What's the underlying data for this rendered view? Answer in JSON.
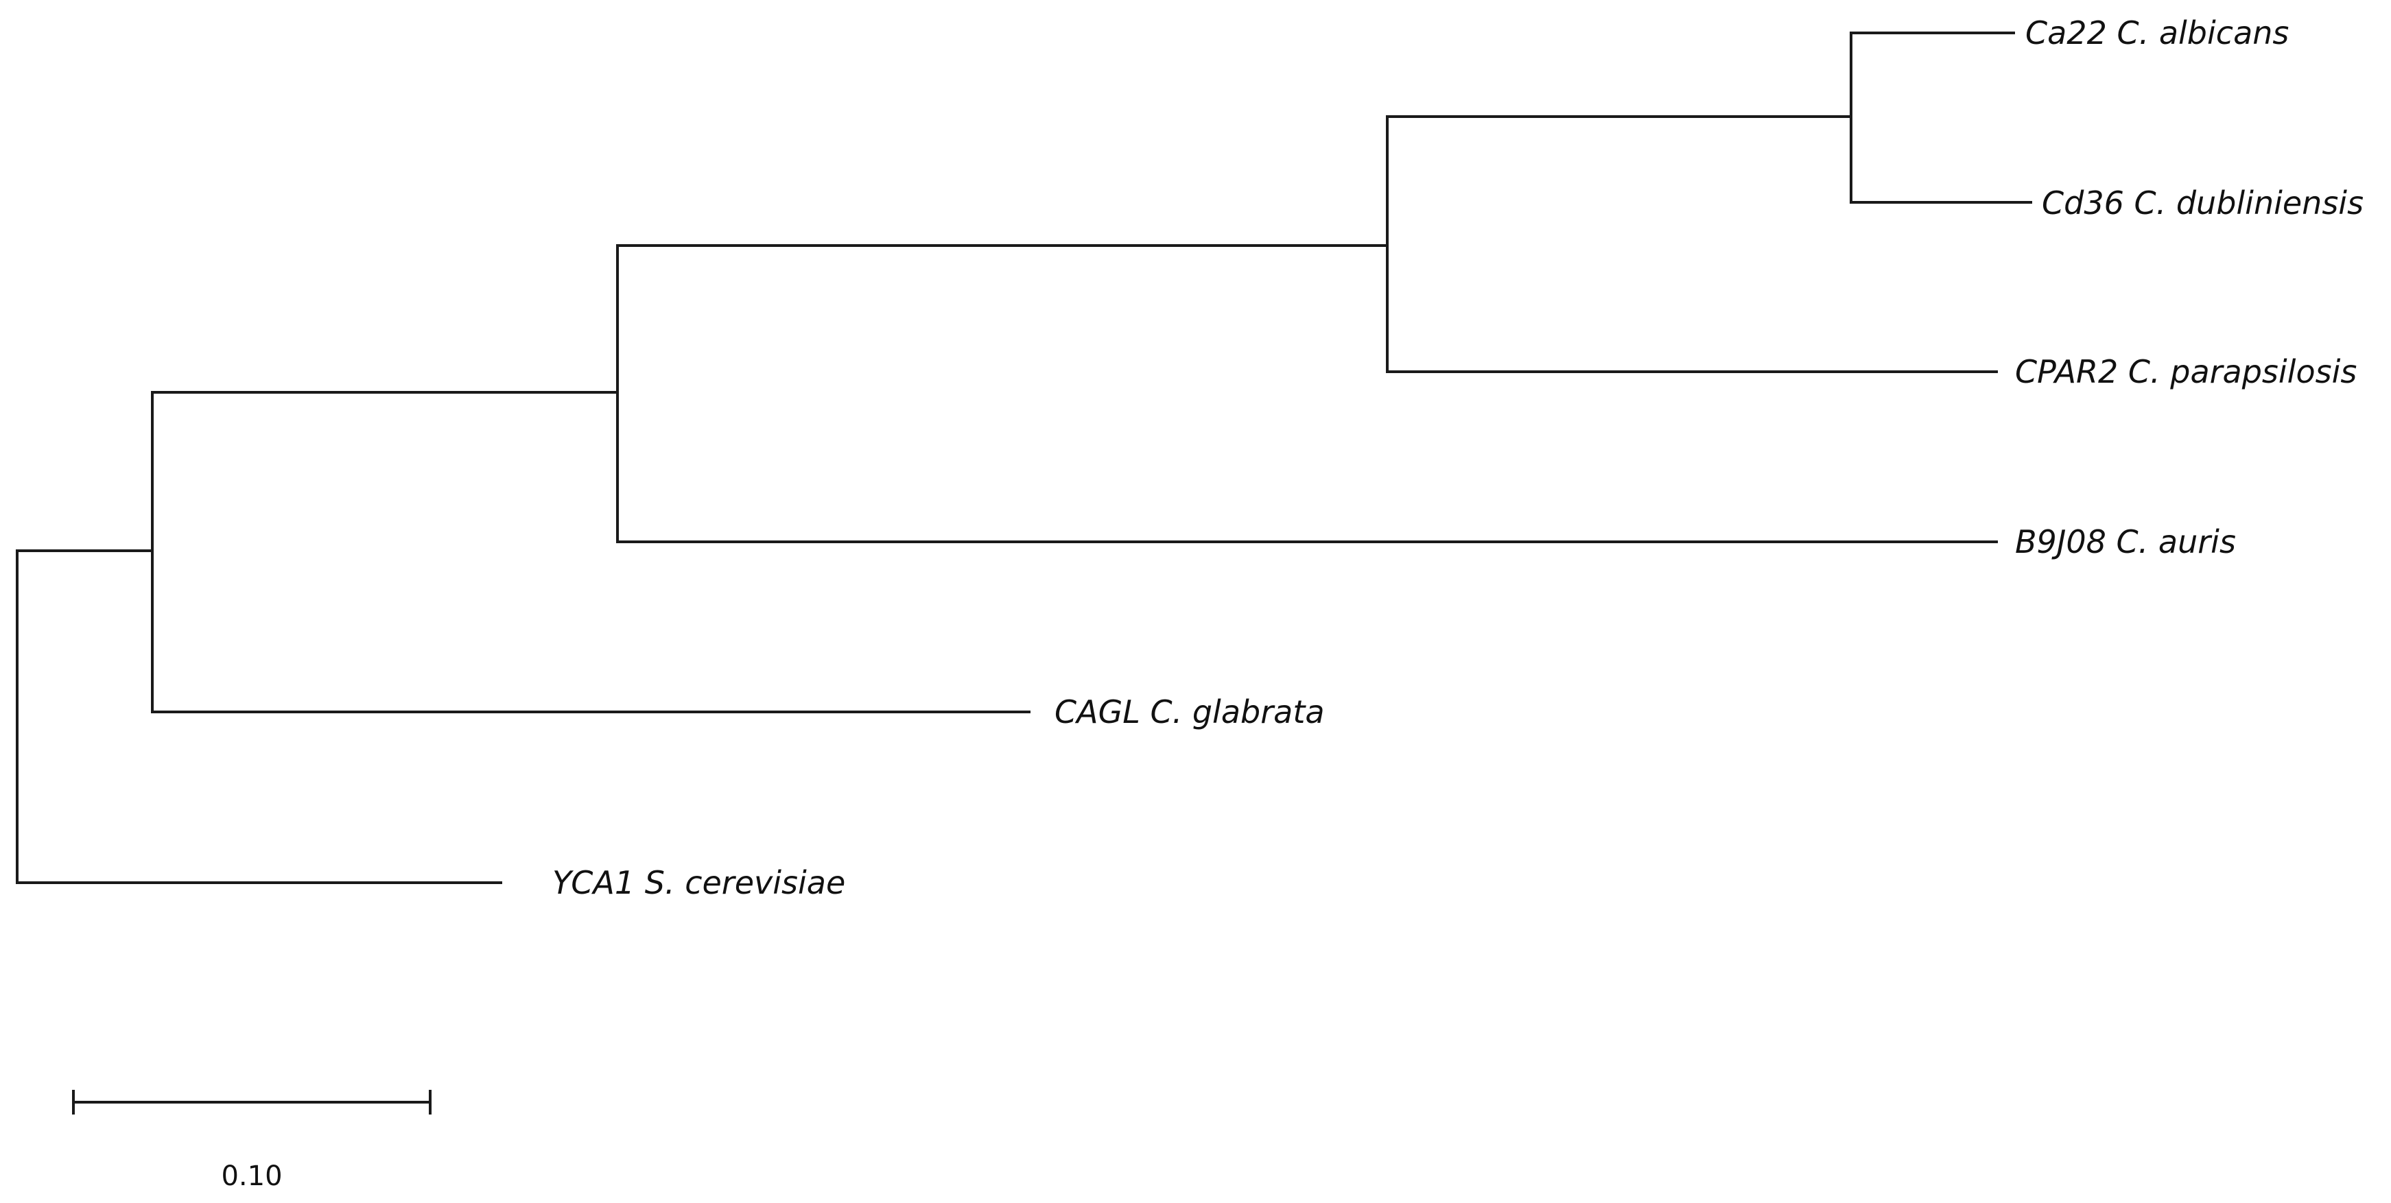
{
  "tree": {
    "leaves": [
      {
        "id": "ca22",
        "label": "Ca22 C. albicans"
      },
      {
        "id": "cd36",
        "label": "Cd36 C. dubliniensis"
      },
      {
        "id": "cpar2",
        "label": "CPAR2 C. parapsilosis"
      },
      {
        "id": "b9j08",
        "label": "B9J08 C. auris"
      },
      {
        "id": "cagl",
        "label": "CAGL C. glabrata"
      },
      {
        "id": "yca1",
        "label": "YCA1 S. cerevisiae"
      }
    ]
  },
  "scale_bar": {
    "value": 0.1,
    "label": "0.10"
  },
  "colors": {
    "branch": "#1a1a1a",
    "text": "#111111",
    "background": "#ffffff"
  }
}
